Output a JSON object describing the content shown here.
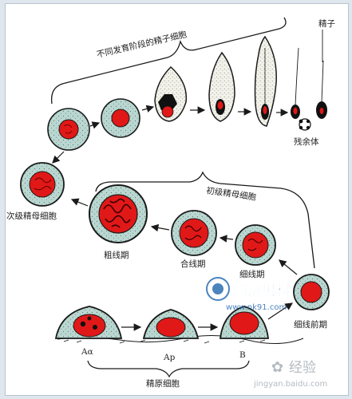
{
  "labels": {
    "spermatids_group": "不同发育阶段的精子细胞",
    "sperm": "精子",
    "residual_body": "残余体",
    "secondary_spermatocyte": "次级精母细胞",
    "primary_spermatocyte": "初级精母细胞",
    "pachytene": "粗线期",
    "zygotene": "合线期",
    "leptotene": "细线期",
    "preleptotene": "细线前期",
    "spermatogonia": "精原细胞",
    "type_a_alpha": "Aα",
    "type_a_p": "Ap",
    "type_b": "B"
  },
  "watermarks": {
    "site_name": "同济男科",
    "site_url": "www.nk91.com",
    "jingyan_brand": "经验",
    "jingyan_url": "jingyan.baidu.com"
  },
  "colors": {
    "cytoplasm": "#b9d7d0",
    "nucleus": "#e01818",
    "outline": "#1a1a1a",
    "arrow": "#1a1a1a"
  }
}
